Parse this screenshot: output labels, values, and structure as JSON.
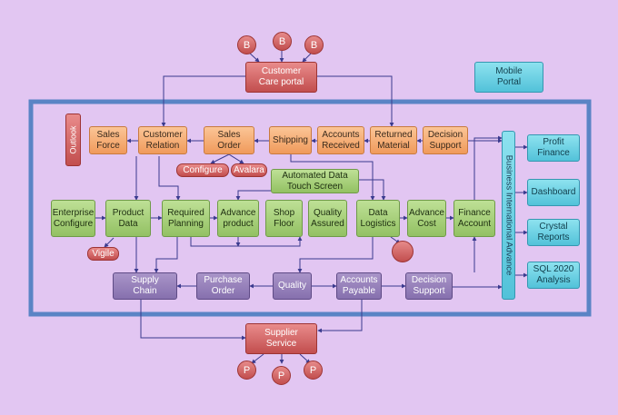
{
  "colors": {
    "background": "#e2c6f2",
    "frame": "#4b7cc0",
    "red": "#c9575a",
    "orange": "#f4a66c",
    "green": "#a7cf7b",
    "purple": "#8e79b6",
    "cyan": "#5ec7dc",
    "line": "#3b3b8f"
  },
  "top": {
    "customer_portal": "Customer\nCare portal",
    "mobile_portal": "Mobile\nPortal",
    "b_circles": [
      "B",
      "B",
      "B"
    ]
  },
  "row1": {
    "outlook": "Outlook",
    "sales_force": "Sales\nForce",
    "customer_relation": "Customer\nRelation",
    "sales_order": "Sales\nOrder",
    "shipping": "Shipping",
    "accounts_received": "Accounts\nReceived",
    "returned_material": "Returned\nMaterial",
    "decision_support": "Decision\nSupport"
  },
  "tags": {
    "configure": "Configure",
    "avalara": "Avalara",
    "vigile": "Vigile"
  },
  "automated": "Automated Data\nTouch Screen",
  "row2": {
    "enterprise_configure": "Enterprise\nConfigure",
    "product_data": "Product\nData",
    "required_planning": "Required\nPlanning",
    "advance_product": "Advance\nproduct",
    "shop_floor": "Shop\nFloor",
    "quality_assured": "Quality\nAssured",
    "data_logistics": "Data\nLogistics",
    "advance_cost": "Advance\nCost",
    "finance_account": "Finance\nAccount"
  },
  "row3": {
    "supply_chain": "Supply\nChain",
    "purchase_order": "Purchase\nOrder",
    "quality": "Quality",
    "accounts_payable": "Accounts\nPayable",
    "decision_support": "Decision\nSupport"
  },
  "right": {
    "bus": "Business International Advance",
    "profit_finance": "Profit\nFinance",
    "dashboard": "Dashboard",
    "crystal_reports": "Crystal\nReports",
    "sql_analysis": "SQL 2020\nAnalysis"
  },
  "bottom": {
    "supplier_service": "Supplier\nService",
    "p_circles": [
      "P",
      "P",
      "P"
    ]
  }
}
